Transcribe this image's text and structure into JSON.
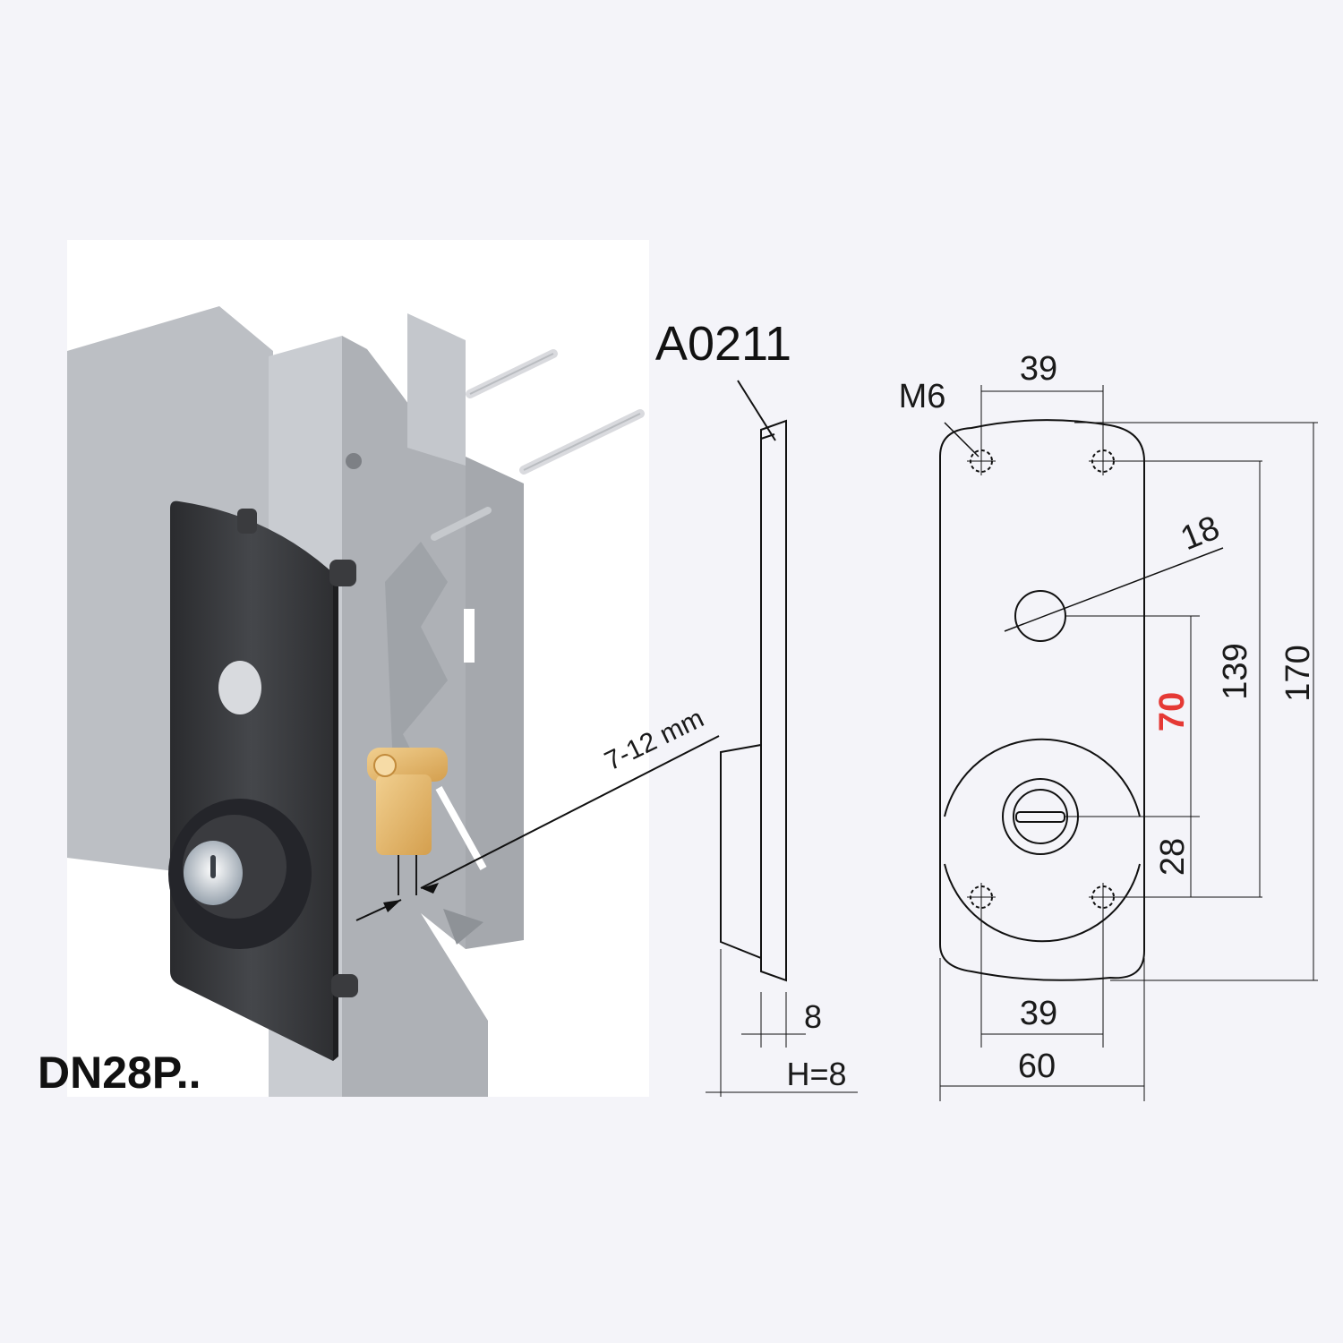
{
  "product": {
    "model_code": "DN28P..",
    "part_code": "A0211"
  },
  "dimensions": {
    "door_thickness": "7-12 mm",
    "plate_thickness": "8",
    "total_height": "H=8",
    "screw_thread": "M6",
    "top_hole_spacing": "39",
    "bottom_hole_spacing": "39",
    "plate_width": "60",
    "hole_diameter": "18",
    "hole_to_cylinder": "70",
    "cylinder_to_bottom_holes": "28",
    "hole_center_distance": "139",
    "plate_height": "170"
  },
  "colors": {
    "background": "#f4f4f9",
    "highlight_dimension": "#e53935",
    "plate_dark": "#3a3b3e",
    "door_gray": "#b5b8bd",
    "cylinder_brass": "#e7b86e"
  }
}
